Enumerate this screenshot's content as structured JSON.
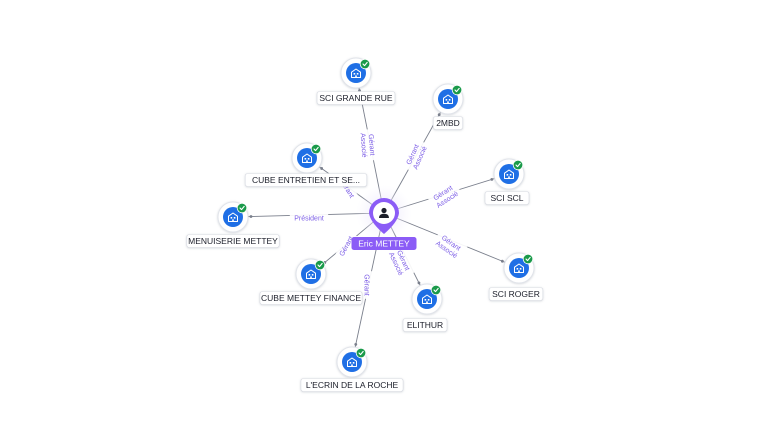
{
  "graph": {
    "center": {
      "label": "Eric METTEY",
      "icon": "person-icon",
      "color": "#8b5cf6"
    },
    "colors": {
      "company_icon": "#1f6fe5",
      "verified_badge": "#1a9a4a",
      "edge_label": "#7b5ce6"
    },
    "nodes": [
      {
        "id": "sci-grande-rue",
        "label": "SCI GRANDE RUE",
        "icon": "company-icon",
        "verified": true,
        "edge_label": [
          "Gérant",
          "Associé"
        ]
      },
      {
        "id": "2mbd",
        "label": "2MBD",
        "icon": "company-icon",
        "verified": true,
        "edge_label": [
          "Gérant",
          "Associé"
        ]
      },
      {
        "id": "sci-scl",
        "label": "SCI SCL",
        "icon": "company-icon",
        "verified": true,
        "edge_label": [
          "Gérant",
          "Associé"
        ]
      },
      {
        "id": "sci-roger",
        "label": "SCI ROGER",
        "icon": "company-icon",
        "verified": true,
        "edge_label": [
          "Gérant",
          "Associé"
        ]
      },
      {
        "id": "elithur",
        "label": "ELITHUR",
        "icon": "company-icon",
        "verified": true,
        "edge_label": [
          "Gérant",
          "Associé"
        ]
      },
      {
        "id": "lecrin",
        "label": "L'ECRIN DE LA ROCHE",
        "icon": "company-icon",
        "verified": true,
        "edge_label": [
          "Gérant"
        ]
      },
      {
        "id": "cube-finance",
        "label": "CUBE METTEY FINANCE",
        "icon": "company-icon",
        "verified": true,
        "edge_label": [
          "Gérant"
        ]
      },
      {
        "id": "menuiserie",
        "label": "MENUISERIE METTEY",
        "icon": "company-icon",
        "verified": true,
        "edge_label": [
          "Président"
        ]
      },
      {
        "id": "cube-entretien",
        "label": "CUBE ENTRETIEN ET SE...",
        "icon": "company-icon",
        "verified": true,
        "edge_label": [
          "Gérant"
        ]
      }
    ]
  }
}
